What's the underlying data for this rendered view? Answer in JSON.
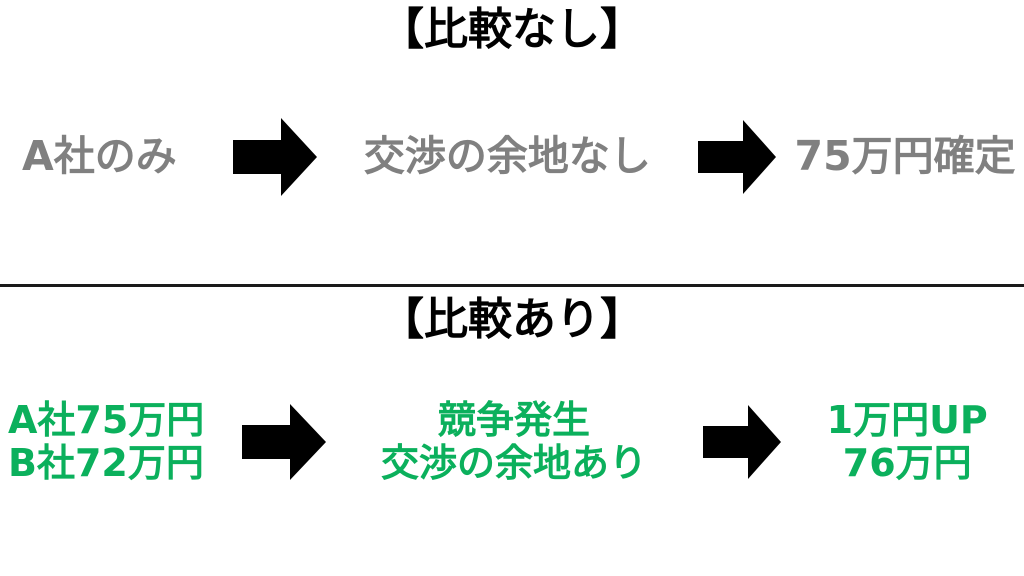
{
  "slide": {
    "background_color": "#ffffff",
    "grey_color": "#808080",
    "green_color": "#0bb05c",
    "arrow_color": "#000000",
    "divider_color": "#1a1a1a"
  },
  "section_no_comparison": {
    "title": "【比較なし】",
    "steps": [
      {
        "line1": "A社のみ",
        "line2": ""
      },
      {
        "line1": "交渉の余地なし",
        "line2": ""
      },
      {
        "line1": "75万円確定",
        "line2": ""
      }
    ],
    "arrow_1": "right-block-arrow-icon",
    "arrow_2": "right-block-arrow-icon"
  },
  "section_with_comparison": {
    "title": "【比較あり】",
    "steps": [
      {
        "line1": "A社75万円",
        "line2": "B社72万円"
      },
      {
        "line1": "競争発生",
        "line2": "交渉の余地あり"
      },
      {
        "line1": "1万円UP",
        "line2": "76万円"
      }
    ],
    "arrow_1": "right-block-arrow-icon",
    "arrow_2": "right-block-arrow-icon"
  }
}
